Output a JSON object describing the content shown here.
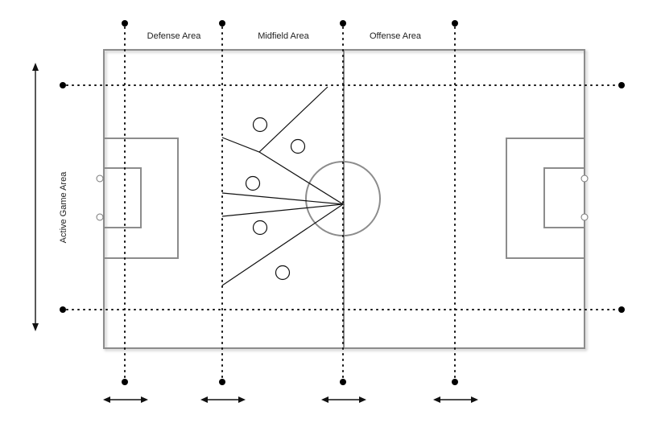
{
  "diagram": {
    "zone_labels": {
      "defense": "Defense Area",
      "midfield": "Midfield Area",
      "offense": "Offense Area"
    },
    "vertical_label": "Active Game Area",
    "colors": {
      "field_line": "#8c8c8c",
      "ink": "#111111",
      "background": "#ffffff"
    }
  }
}
